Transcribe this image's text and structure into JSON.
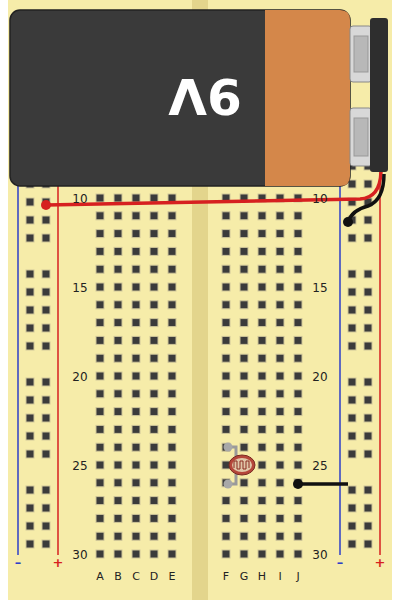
{
  "diagram": {
    "labels": [
      "9V",
      "10",
      "15",
      "20",
      "25",
      "30",
      "10",
      "15",
      "20",
      "25",
      "30",
      "A",
      "B",
      "C",
      "D",
      "E",
      "F",
      "G",
      "H",
      "I",
      "J",
      "–",
      "+",
      "–",
      "+"
    ]
  }
}
